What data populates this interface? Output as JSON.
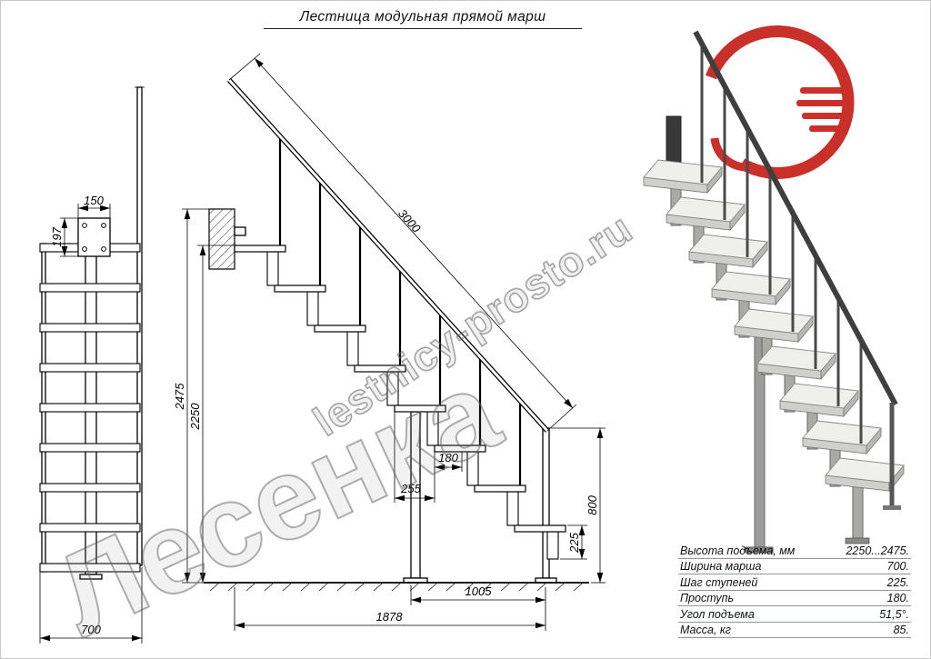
{
  "title": "Лестница модульная прямой марш",
  "watermarks": {
    "brand": "Лесенка",
    "site": "lestnicy-prosto.ru"
  },
  "front_view": {
    "dims": {
      "plate_width": "150",
      "plate_height": "197",
      "width": "700"
    }
  },
  "side_view": {
    "dims": {
      "rail_length": "3000",
      "total_height": "2475",
      "floor_height": "2250",
      "tread_depth": "180",
      "module_span": "255",
      "post_height": "800",
      "step_rise": "225",
      "bottom_run": "1005",
      "total_run": "1878"
    }
  },
  "spec_table": {
    "rows": [
      {
        "label": "Высота подъема, мм",
        "value": "2250...2475."
      },
      {
        "label": "Ширина марша",
        "value": "700."
      },
      {
        "label": "Шаг ступеней",
        "value": "225."
      },
      {
        "label": "Проступь",
        "value": "180."
      },
      {
        "label": "Угол подъема",
        "value": "51,5°."
      },
      {
        "label": "Масса, кг",
        "value": "85."
      }
    ]
  }
}
